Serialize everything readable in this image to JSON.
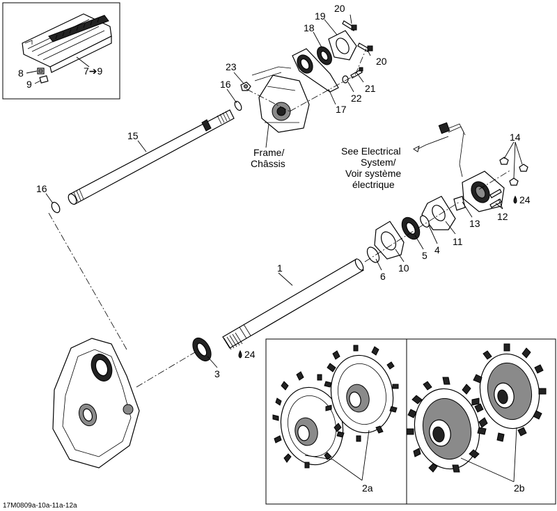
{
  "callouts": {
    "c1": "1",
    "c2a": "2a",
    "c2b": "2b",
    "c3": "3",
    "c4": "4",
    "c5": "5",
    "c6": "6",
    "c7_9": "7➔9",
    "c8": "8",
    "c9": "9",
    "c10": "10",
    "c11": "11",
    "c12": "12",
    "c13": "13",
    "c14": "14",
    "c15": "15",
    "c16_top": "16",
    "c16_left": "16",
    "c17": "17",
    "c18": "18",
    "c19": "19",
    "c20_top": "20",
    "c20_right": "20",
    "c21": "21",
    "c22": "22",
    "c23": "23",
    "c24_right": "24",
    "c24_bottom": "24"
  },
  "labels": {
    "frame_line1": "Frame/",
    "frame_line2": "Châssis",
    "see_elec_line1": "See Electrical",
    "see_elec_line2": "System/",
    "see_elec_line3": "Voir système",
    "see_elec_line4": "électrique"
  },
  "diagram_code": "17M0809a-10a-11a-12a"
}
